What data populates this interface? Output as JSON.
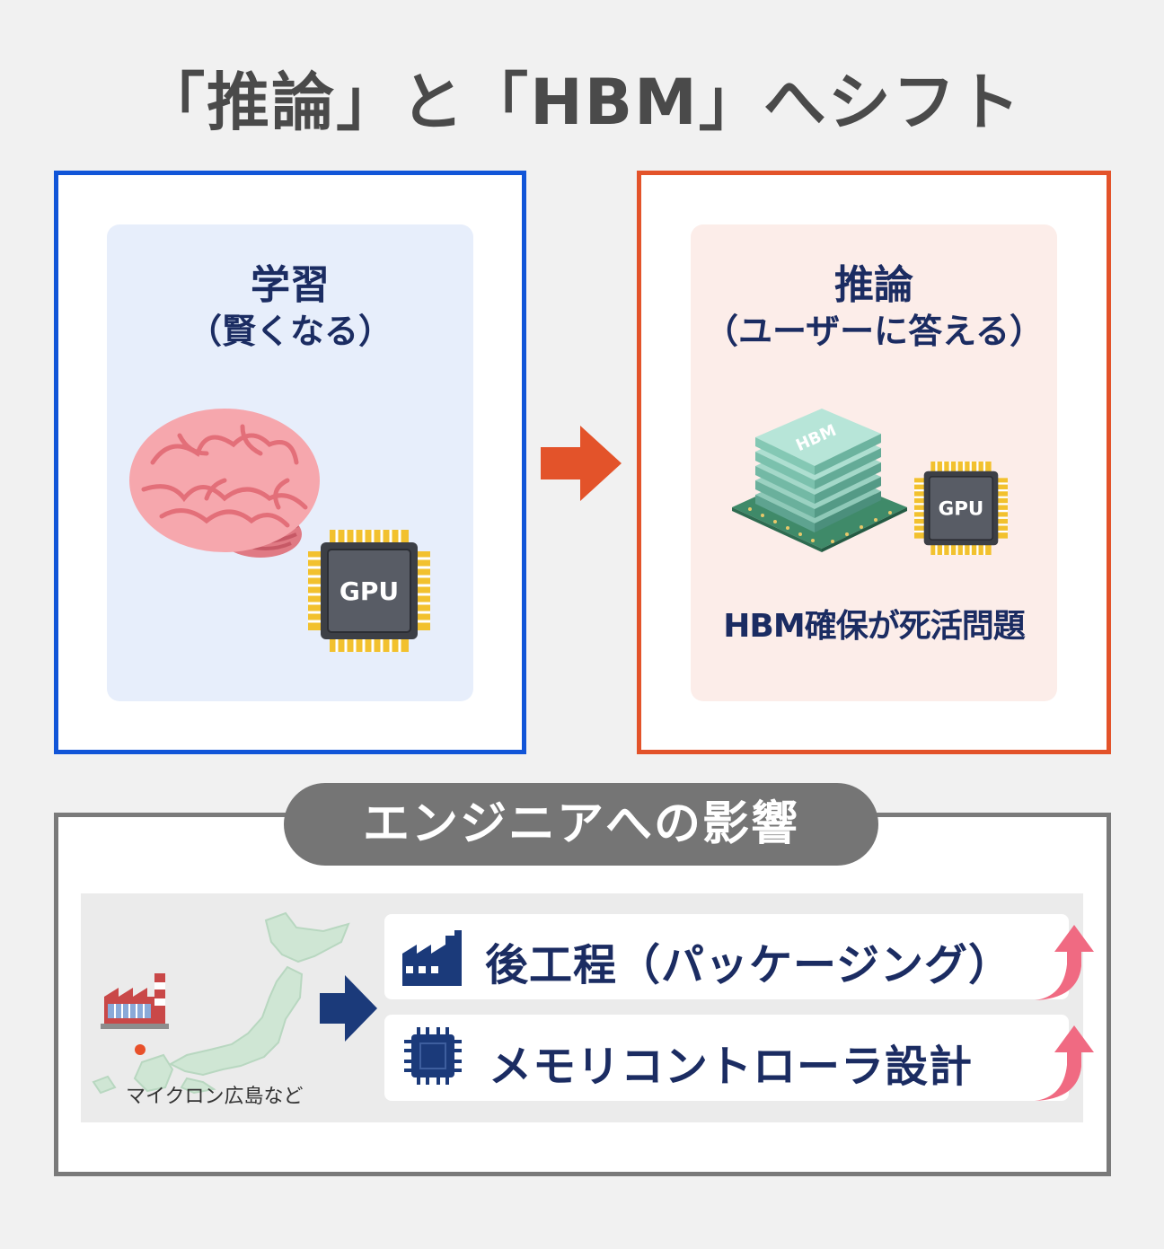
{
  "title": "「推論」と「HBM」へシフト",
  "training": {
    "title": "学習",
    "subtitle": "（賢くなる）",
    "gpu_label": "GPU"
  },
  "inference": {
    "title": "推論",
    "subtitle": "（ユーザーに答える）",
    "hbm_label": "HBM",
    "gpu_label": "GPU",
    "caption": "HBM確保が死活問題"
  },
  "impact": {
    "heading": "エンジニアへの影響",
    "map_caption": "マイクロン広島など",
    "items": [
      {
        "label": "後工程（パッケージング）",
        "icon": "factory-icon",
        "trend": "up"
      },
      {
        "label": "メモリコントローラ設計",
        "icon": "chip-icon",
        "trend": "up"
      }
    ]
  },
  "colors": {
    "training_border": "#1155d8",
    "inference_border": "#e3532a",
    "arrow_orange": "#e3532a",
    "navy": "#1b2c62",
    "trend_arrow": "#f06a82"
  }
}
